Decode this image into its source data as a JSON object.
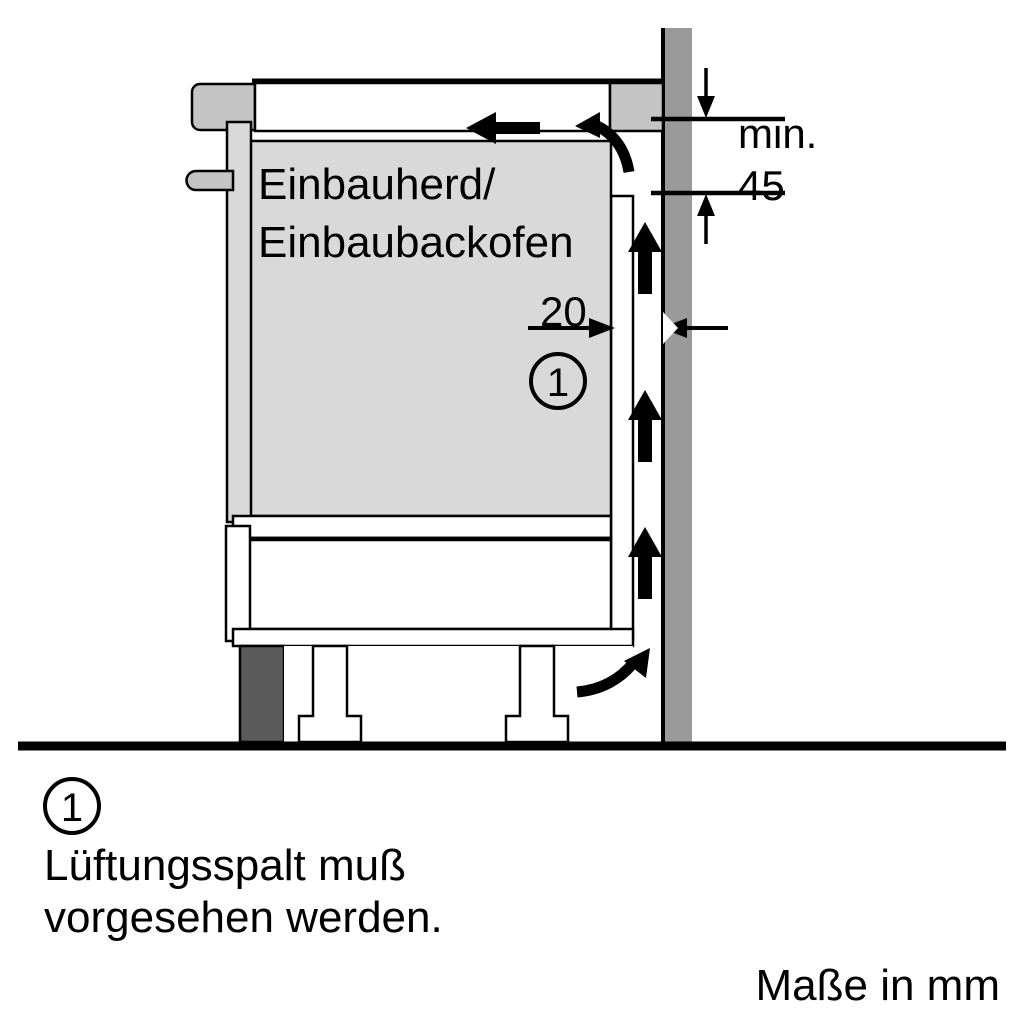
{
  "figure": {
    "kind": "technical-installation-diagram",
    "units_note": "Maße in mm",
    "appliance_label_line1": "Einbauherd/",
    "appliance_label_line2": "Einbaubackofen"
  },
  "dimensions": {
    "min_label": "min.",
    "min_value": "45",
    "gap_value": "20"
  },
  "callouts": {
    "marker_1": "1",
    "legend_marker": "1",
    "legend_line1": "Lüftungsspalt muß",
    "legend_line2": "vorgesehen werden."
  },
  "colors": {
    "outline": "#000000",
    "wall_fill": "#9a9a9a",
    "appliance_fill": "#d9d9d9",
    "counter_fill": "#c4c4c4",
    "plinth_fill": "#5a5a5a",
    "white": "#ffffff",
    "ground": "#000000"
  }
}
